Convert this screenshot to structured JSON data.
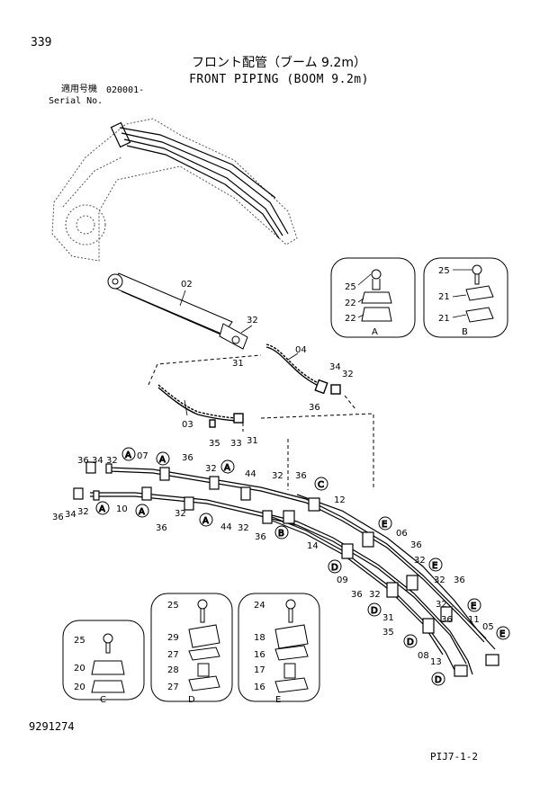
{
  "header": {
    "page_number": "339",
    "title_jp": "フロント配管（ブーム 9.2m）",
    "title_en": "FRONT PIPING (BOOM 9.2m)",
    "serial_label_jp": "適用号機",
    "serial_label_en": "Serial No.",
    "serial_value": "020001-"
  },
  "footer": {
    "document_number": "9291274",
    "page_code": "PIJ7-1-2"
  },
  "callouts": {
    "c02": "02",
    "c03": "03",
    "c04": "04",
    "c05": "05",
    "c06": "06",
    "c07": "07",
    "c08": "08",
    "c09": "09",
    "c10": "10",
    "c11": "11",
    "c12": "12",
    "c13": "13",
    "c14": "14",
    "c31a": "31",
    "c31b": "31",
    "c31c": "31",
    "c32a": "32",
    "c32b": "32",
    "c33": "33",
    "c34a": "34",
    "c35a": "35",
    "c35b": "35",
    "c36a": "36",
    "c44a": "44",
    "c44b": "44",
    "c36_l1": "36",
    "c34_l1": "34",
    "c32_l1": "32",
    "c36_l2": "36",
    "c34_l2": "34",
    "c32_l2": "32",
    "c36_m1": "36",
    "c32_m1": "32",
    "c32_m2": "32",
    "c36_m2": "36",
    "c32_m3": "32",
    "c36_m3": "36",
    "c32_m4": "32",
    "c36_r1": "36",
    "c32_r1": "32",
    "c36_r2": "36",
    "c32_r2": "32",
    "c36_r3": "36",
    "c32_r3": "32",
    "c36_r4": "36",
    "c32_r4": "32",
    "c36_r5": "36"
  },
  "circle_refs": {
    "A": "A",
    "B": "B",
    "C": "C",
    "D": "D",
    "E": "E"
  },
  "details": {
    "A": {
      "label": "A",
      "parts": [
        "25",
        "22",
        "22"
      ]
    },
    "B": {
      "label": "B",
      "parts": [
        "25",
        "21",
        "21"
      ]
    },
    "C": {
      "label": "C",
      "parts": [
        "25",
        "20",
        "20"
      ]
    },
    "D": {
      "label": "D",
      "parts": [
        "25",
        "29",
        "27",
        "28",
        "27"
      ]
    },
    "E": {
      "label": "E",
      "parts": [
        "24",
        "18",
        "16",
        "17",
        "16"
      ]
    }
  }
}
